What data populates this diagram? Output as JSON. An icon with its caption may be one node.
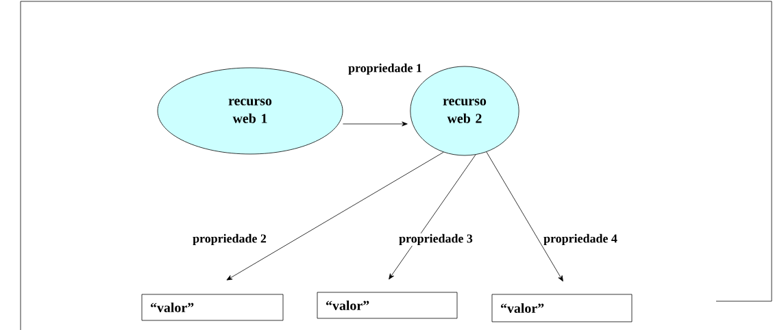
{
  "diagram": {
    "nodes": [
      {
        "text": [
          "recurso web 1"
        ]
      },
      {
        "text": [
          "recurso web 2"
        ]
      },
      {
        "text": [
          "“valor”"
        ]
      },
      {
        "text": [
          "“valor”"
        ]
      },
      {
        "text": [
          "“valor”"
        ]
      }
    ],
    "edges": [
      {
        "from": 0,
        "to": 1,
        "arrow": "to",
        "label": "propriedade 1"
      },
      {
        "from": 1,
        "to": 2,
        "arrow": "to",
        "label": "propriedade 2"
      },
      {
        "from": 1,
        "to": 3,
        "arrow": "to",
        "label": "propriedade 3"
      },
      {
        "from": 1,
        "to": 4,
        "arrow": "to",
        "label": "propriedade 4"
      }
    ]
  }
}
